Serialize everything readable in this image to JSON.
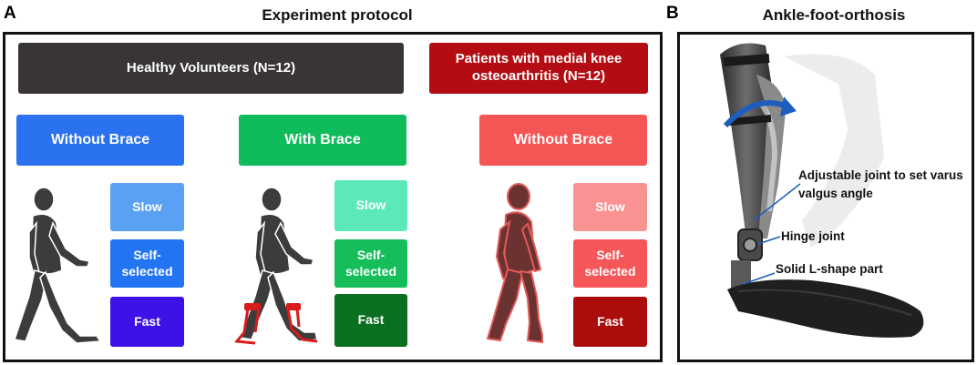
{
  "panel_a": {
    "letter": "A",
    "title": "Experiment protocol",
    "groups": [
      {
        "label": "Healthy Volunteers (N=12)",
        "color": "#3a3535"
      },
      {
        "label": "Patients with medial knee osteoarthritis (N=12)",
        "color": "#b30c12"
      }
    ],
    "conditions": [
      {
        "label": "Without Brace",
        "color": "#2b72f0",
        "speeds": [
          {
            "label": "Slow",
            "color": "#5aa0f3"
          },
          {
            "label": "Self-selected",
            "color": "#2374f2"
          },
          {
            "label": "Fast",
            "color": "#3c12e6"
          }
        ]
      },
      {
        "label": "With Brace",
        "color": "#10bb5c",
        "speeds": [
          {
            "label": "Slow",
            "color": "#5de8bc"
          },
          {
            "label": "Self-selected",
            "color": "#16be5a"
          },
          {
            "label": "Fast",
            "color": "#0b6f20"
          }
        ]
      },
      {
        "label": "Without Brace",
        "color": "#f45555",
        "speeds": [
          {
            "label": "Slow",
            "color": "#fb9292"
          },
          {
            "label": "Self-selected",
            "color": "#f55658"
          },
          {
            "label": "Fast",
            "color": "#ab0c0c"
          }
        ]
      }
    ]
  },
  "panel_b": {
    "letter": "B",
    "title": "Ankle-foot-orthosis",
    "annotations": [
      "Adjustable joint to set varus valgus angle",
      "Hinge joint",
      "Solid L-shape part"
    ]
  },
  "colors": {
    "figure_healthy": "#3c3c3c",
    "figure_patient": "#6b3232",
    "figure_patient_outline": "#e25a5a",
    "brace_red": "#d81b1b",
    "arrow_blue": "#1d5dbd"
  },
  "icons": [
    "walking-person-icon",
    "walking-person-brace-icon",
    "walking-patient-icon",
    "ankle-foot-orthosis-image"
  ]
}
